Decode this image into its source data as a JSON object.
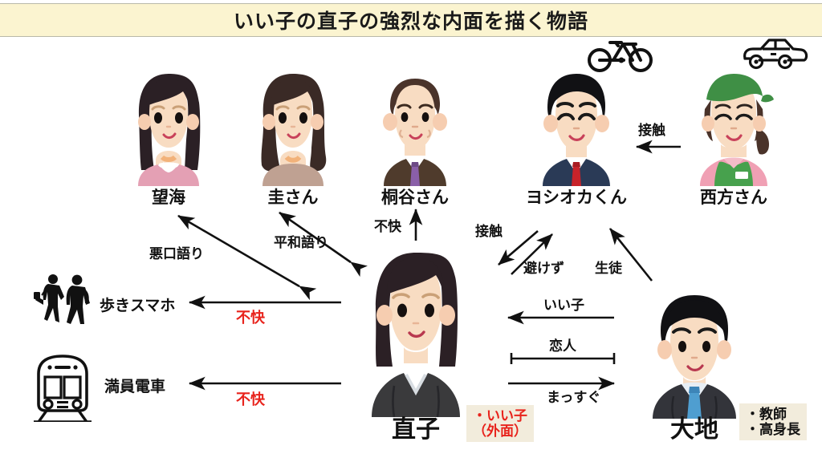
{
  "title": "いい子の直子の強烈な内面を描く物語",
  "characters": {
    "nozomi": {
      "name": "望海"
    },
    "kei": {
      "name": "圭さん"
    },
    "kiritani": {
      "name": "桐谷さん"
    },
    "yoshioka": {
      "name": "ヨシオカくん"
    },
    "nishikata": {
      "name": "西方さん"
    },
    "naoko": {
      "name": "直子"
    },
    "daichi": {
      "name": "大地"
    }
  },
  "concepts": {
    "walking_phone": "歩きスマホ",
    "crowded_train": "満員電車"
  },
  "notes": {
    "naoko": "・いい子\n（外面）",
    "naoko_line1": "・いい子",
    "naoko_line2": "（外面）",
    "daichi_line1": "・教師",
    "daichi_line2": "・高身長"
  },
  "edges": {
    "badmouth": "悪口語り",
    "peace_talk": "平和語り",
    "displeasure_kiritani": "不快",
    "displeasure_phone": "不快",
    "displeasure_train": "不快",
    "contact_nishikata": "接触",
    "contact_naoko": "接触",
    "not_avoid": "避けず",
    "student": "生徒",
    "good_kid": "いい子",
    "lover": "恋人",
    "straight": "まっすぐ"
  },
  "icons": {
    "bicycle": "bicycle-icon",
    "car": "car-icon",
    "pedestrians": "walking-phone-icon",
    "train": "train-icon"
  },
  "colors": {
    "title_bg": "#fbf4d0",
    "note_bg": "#f2ecdc",
    "accent_red": "#e8231c",
    "text": "#111111"
  }
}
